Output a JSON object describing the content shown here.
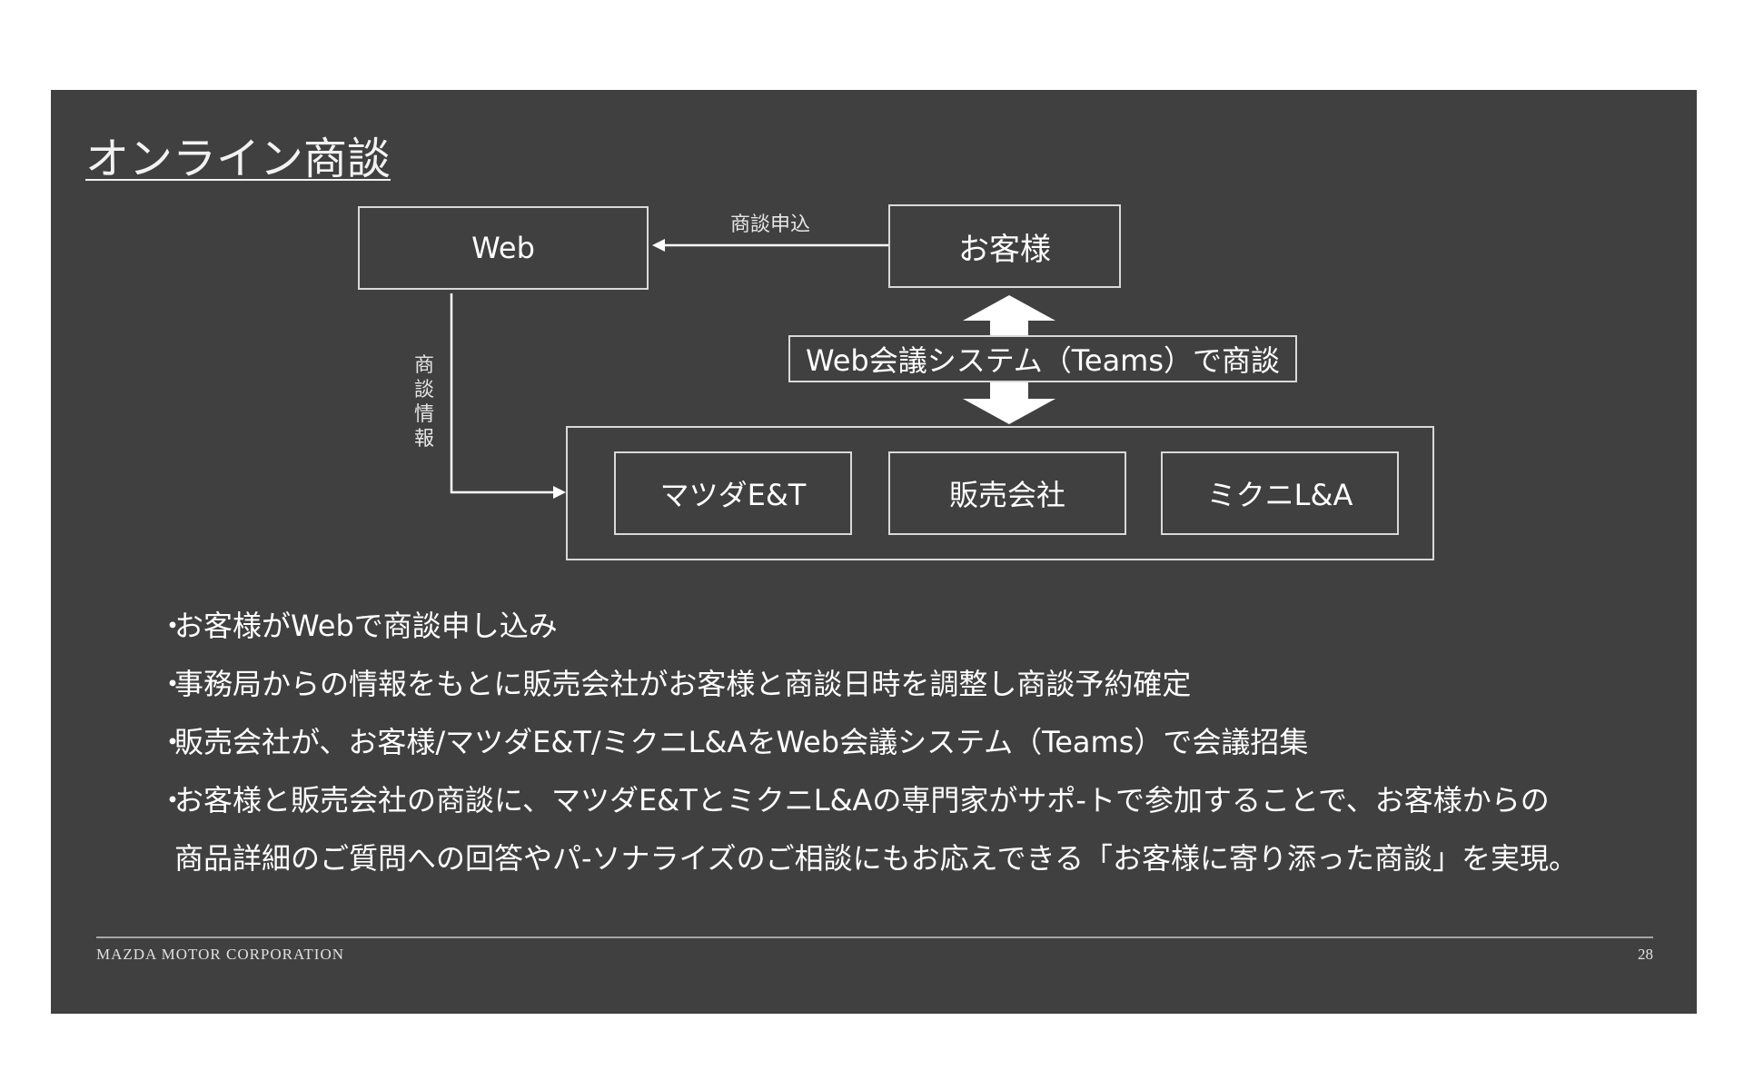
{
  "slide": {
    "title": "オンライン商談",
    "page_number": "28",
    "company": "MAZDA MOTOR CORPORATION"
  },
  "diagram": {
    "web_box": "Web",
    "customer_box": "お客様",
    "request_label": "商談申込",
    "info_label": [
      "商",
      "談",
      "情",
      "報"
    ],
    "meeting_box": "Web会議システム（Teams）で商談",
    "participants": [
      "マツダE&T",
      "販売会社",
      "ミクニL&A"
    ]
  },
  "bullets": [
    "お客様がWebで商談申し込み",
    "事務局からの情報をもとに販売会社がお客様と商談日時を調整し商談予約確定",
    "販売会社が、お客様/マツダE&T/ミクニL&AをWeb会議システム（Teams）で会議招集",
    "お客様と販売会社の商談に、マツダE&TとミクニL&Aの専門家がサポ-トで参加することで、お客様からの"
  ],
  "bullet_continuation": "商品詳細のご質問への回答やパ-ソナライズのご相談にもお応えできる「お客様に寄り添った商談」を実現。",
  "colors": {
    "slide_bg": "#404040",
    "line": "#d9d9d9",
    "text": "#ffffff"
  }
}
